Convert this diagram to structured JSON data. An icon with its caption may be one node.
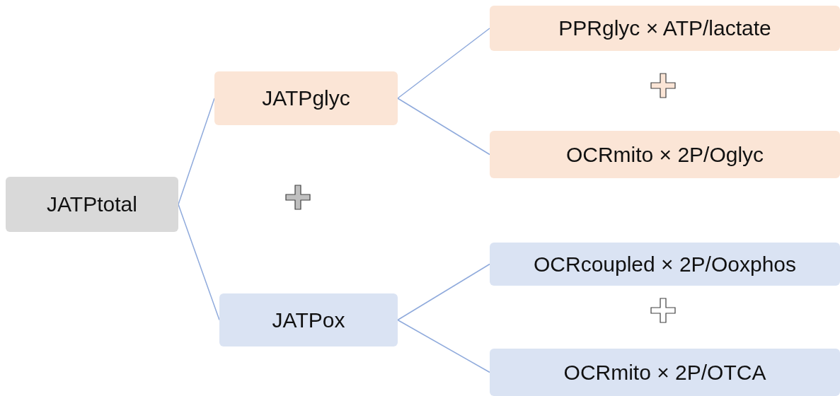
{
  "diagram": {
    "nodes": [
      {
        "text": [
          "JATPtotal"
        ]
      },
      {
        "text": [
          "JATPglyc"
        ]
      },
      {
        "text": [
          "JATPox"
        ]
      },
      {
        "text": [
          "PPRglyc × ATP/lactate"
        ]
      },
      {
        "text": [
          "OCRmito × 2P/Oglyc"
        ]
      },
      {
        "text": [
          "OCRcoupled × 2P/Ooxphos"
        ]
      },
      {
        "text": [
          "OCRmito × 2P/OTCA"
        ]
      }
    ],
    "edges": [
      {
        "from": 0,
        "to": 1,
        "arrow": "none"
      },
      {
        "from": 0,
        "to": 2,
        "arrow": "none"
      },
      {
        "from": 1,
        "to": 3,
        "arrow": "none"
      },
      {
        "from": 1,
        "to": 4,
        "arrow": "none"
      },
      {
        "from": 2,
        "to": 5,
        "arrow": "none"
      },
      {
        "from": 2,
        "to": 6,
        "arrow": "none"
      }
    ]
  }
}
